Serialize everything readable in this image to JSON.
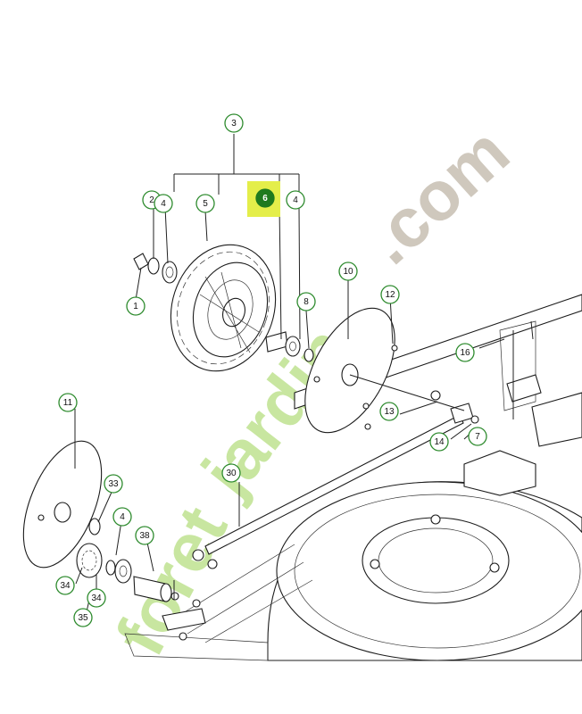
{
  "watermark": {
    "brand_a": "foret",
    "brand_b": "jardin",
    "brand_c": ".com",
    "colors": {
      "green": "#c8e6a0",
      "orange": "#f2c58e",
      "gray": "#cfc8bd"
    }
  },
  "diagram": {
    "accent_color": "#2e8b2e",
    "highlight_color": "#e4ee4a",
    "callouts": [
      {
        "id": "3",
        "label": "3"
      },
      {
        "id": "2",
        "label": "2"
      },
      {
        "id": "4a",
        "label": "4"
      },
      {
        "id": "5",
        "label": "5"
      },
      {
        "id": "6",
        "label": "6",
        "highlighted": true
      },
      {
        "id": "4b",
        "label": "4"
      },
      {
        "id": "1",
        "label": "1"
      },
      {
        "id": "8",
        "label": "8"
      },
      {
        "id": "10",
        "label": "10"
      },
      {
        "id": "12",
        "label": "12"
      },
      {
        "id": "16",
        "label": "16"
      },
      {
        "id": "11",
        "label": "11"
      },
      {
        "id": "13",
        "label": "13"
      },
      {
        "id": "14",
        "label": "14"
      },
      {
        "id": "7",
        "label": "7"
      },
      {
        "id": "30",
        "label": "30"
      },
      {
        "id": "33",
        "label": "33"
      },
      {
        "id": "4c",
        "label": "4"
      },
      {
        "id": "38",
        "label": "38"
      },
      {
        "id": "34a",
        "label": "34"
      },
      {
        "id": "34b",
        "label": "34"
      },
      {
        "id": "35",
        "label": "35"
      }
    ]
  }
}
